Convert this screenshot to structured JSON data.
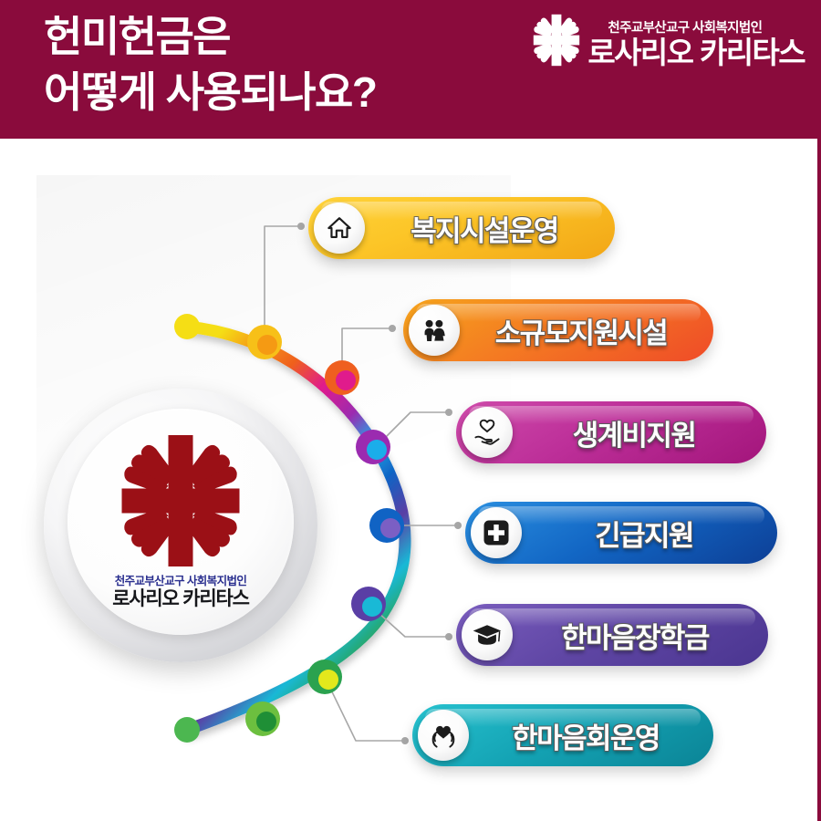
{
  "header": {
    "title": "헌미헌금은\n어떻게 사용되나요?",
    "brand": {
      "sub": "천주교부산교구 사회복지법인",
      "name": "로사리오 카리타스",
      "mark_icon": "caritas-cross-icon",
      "background_color": "#8a0b3c",
      "text_color": "#ffffff"
    }
  },
  "center_logo": {
    "mark_icon": "caritas-cross-icon",
    "sub": "천주교부산교구 사회복지법인",
    "name": "로사리오 카리타스",
    "mark_color": "#9b1016",
    "sub_color": "#2a2f8f",
    "name_color": "#16171b"
  },
  "items": [
    {
      "label": "복지시설운영",
      "icon": "home-icon",
      "color_start": "#ffd33a",
      "color_end": "#f2a616",
      "node_outer": "#f7c018",
      "node_inner": "#f59a13"
    },
    {
      "label": "소규모지원시설",
      "icon": "two-people-icon",
      "color_start": "#f6a41c",
      "color_end": "#ef4b28",
      "node_outer": "#ef5f1f",
      "node_inner": "#e01b8c"
    },
    {
      "label": "생계비지원",
      "icon": "hand-heart-icon",
      "color_start": "#c0359b",
      "color_end": "#a8197f",
      "node_outer": "#9b2bb0",
      "node_inner": "#1badea"
    },
    {
      "label": "긴급지원",
      "icon": "medical-cross-icon",
      "color_start": "#1a7fd4",
      "color_end": "#0d3f96",
      "node_outer": "#1063c4",
      "node_inner": "#7b5fc4"
    },
    {
      "label": "한마음장학금",
      "icon": "graduation-cap-icon",
      "color_start": "#6b4fae",
      "color_end": "#4e3a92",
      "node_outer": "#5a3fa5",
      "node_inner": "#19b9d6"
    },
    {
      "label": "한마음회운영",
      "icon": "heart-hands-icon",
      "color_start": "#17b6c6",
      "color_end": "#0d8c9e",
      "node_outer": "#2ba24f",
      "node_inner": "#e3e81c"
    }
  ],
  "arc": {
    "endpoint_top_color": "#f5de15",
    "endpoint_bottom_color": "#4cb750",
    "gradient_stops": [
      "#f5de15",
      "#f59a13",
      "#ef5f1f",
      "#e01b8c",
      "#9b2bb0",
      "#1badea",
      "#1063c4",
      "#5a3fa5",
      "#19b9d6",
      "#2ba24f",
      "#4cb750"
    ]
  },
  "frame": {
    "border_color": "#8a0b3c"
  }
}
